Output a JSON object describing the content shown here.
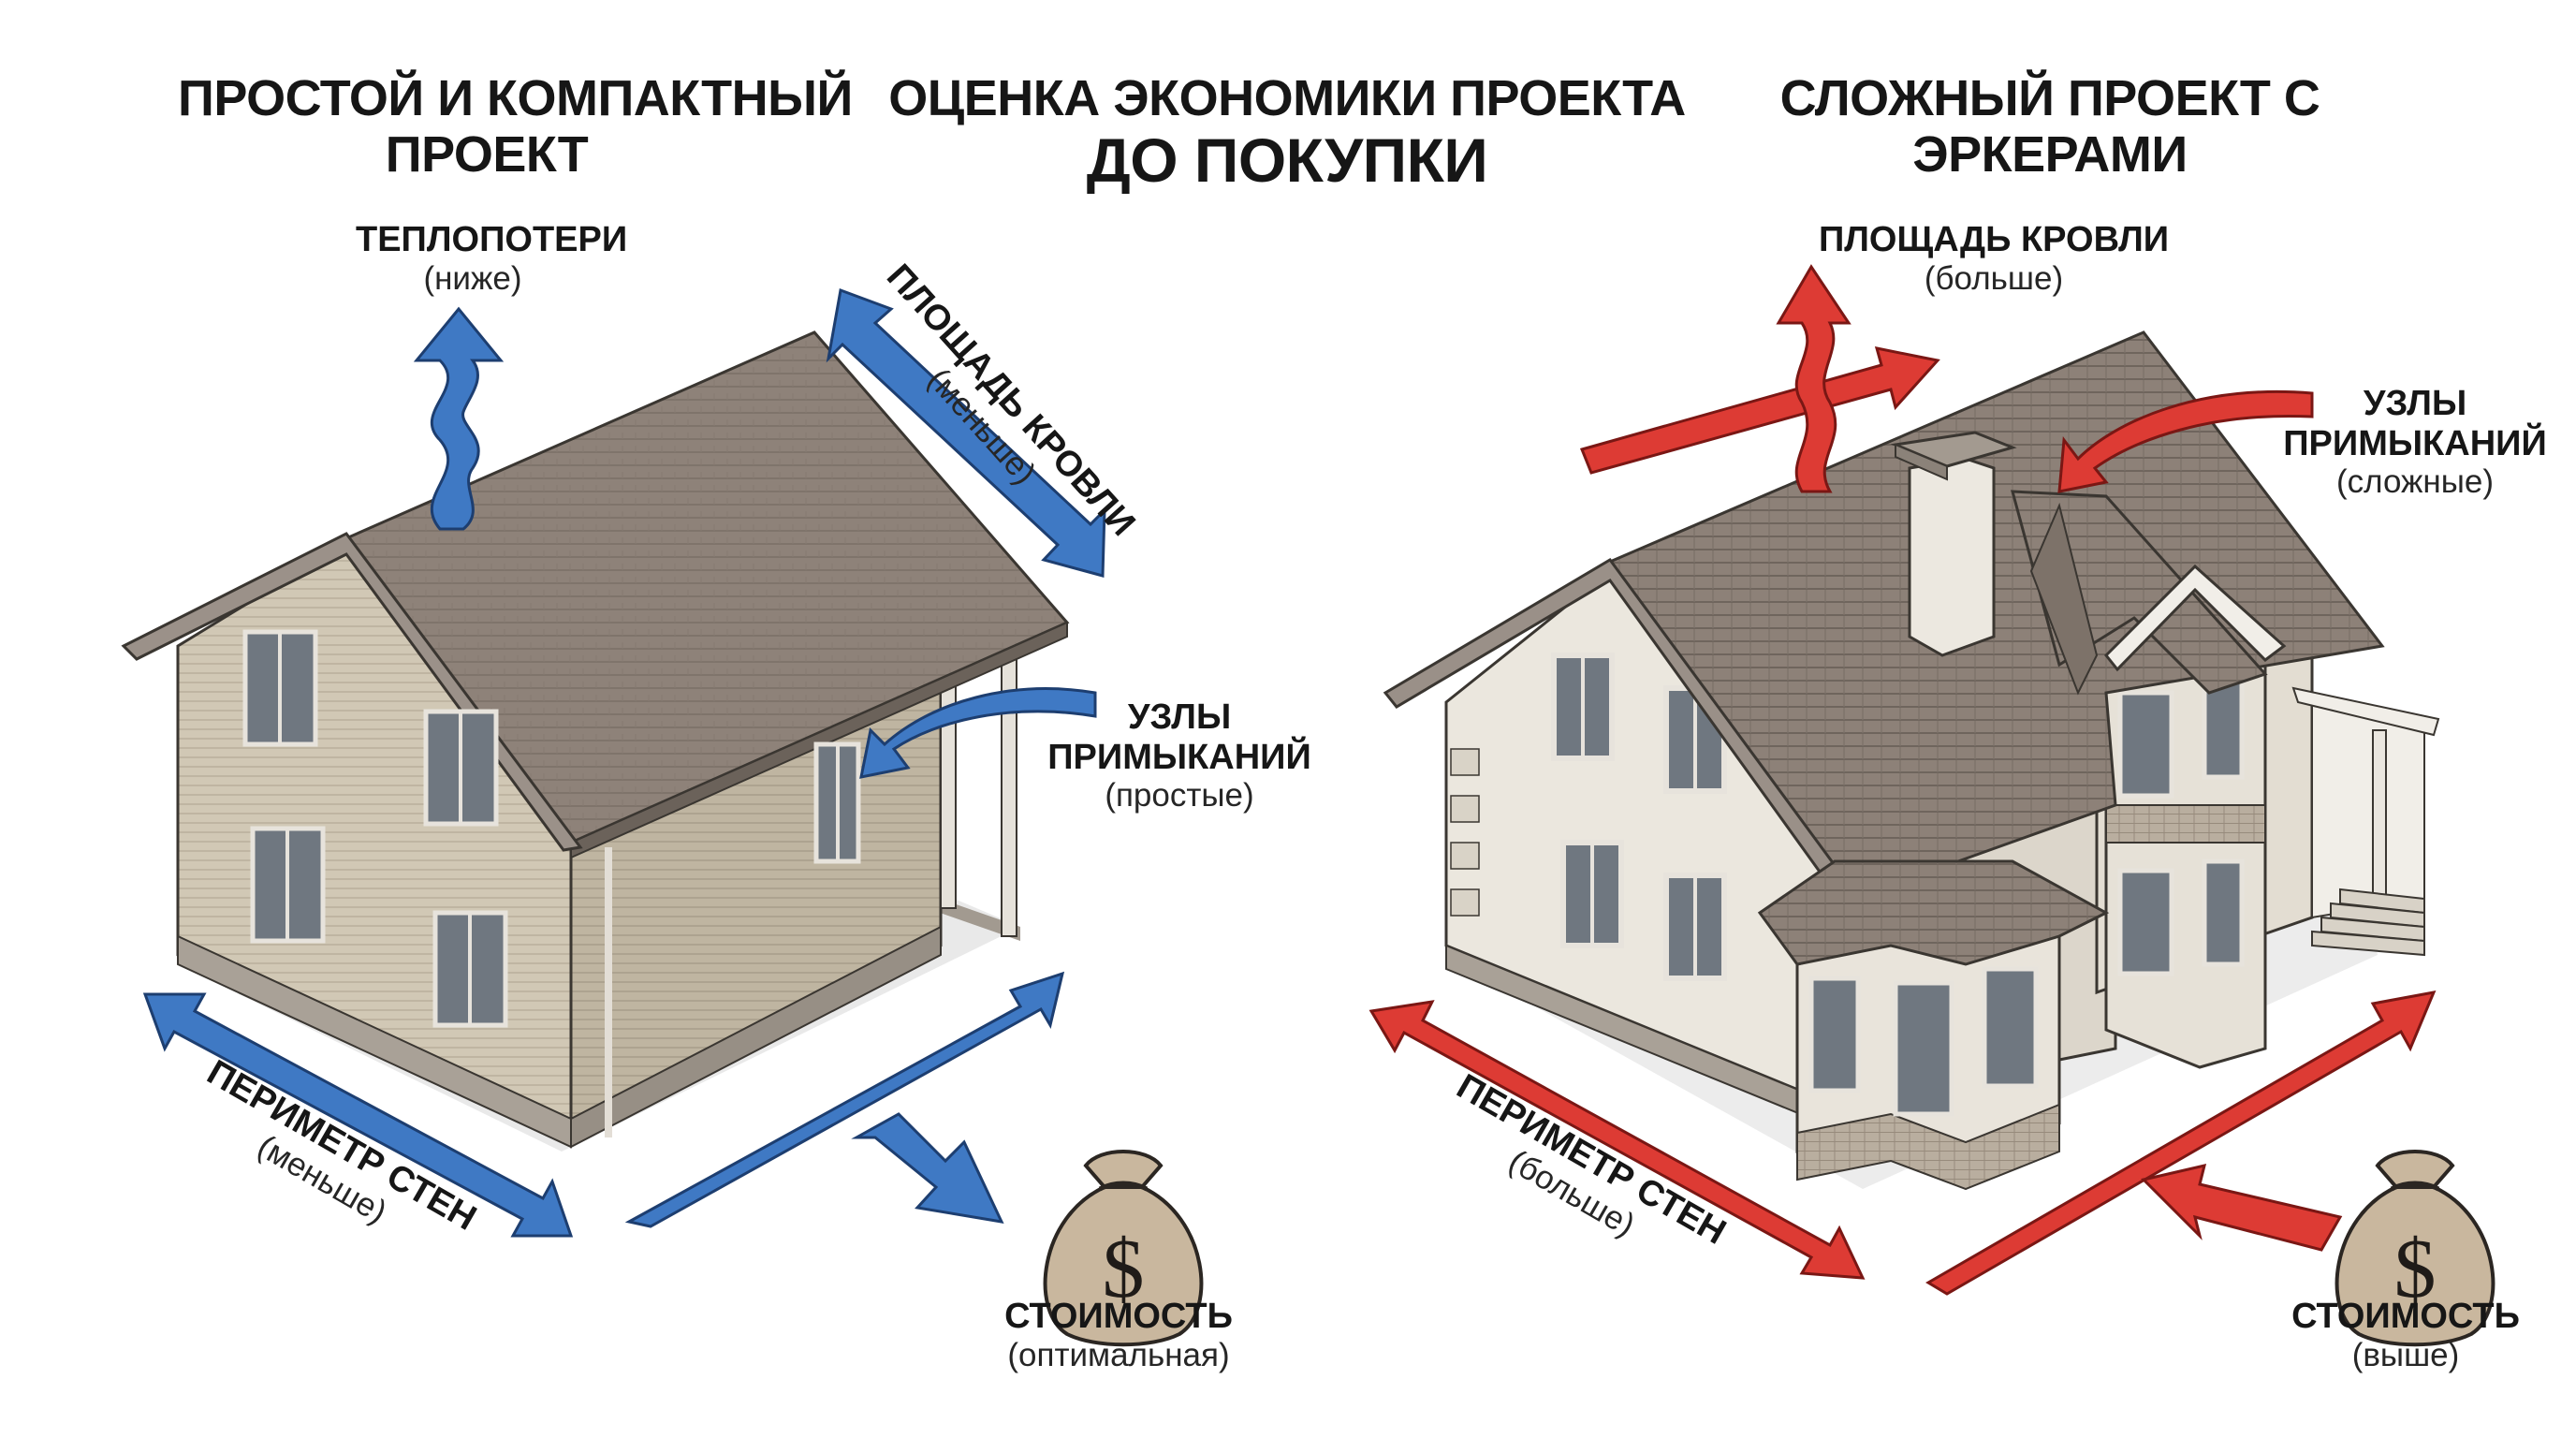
{
  "headers": {
    "left_title_line1": "ПРОСТОЙ И КОМПАКТНЫЙ",
    "left_title_line2": "ПРОЕКТ",
    "center_title_line1": "ОЦЕНКА ЭКОНОМИКИ ПРОЕКТА",
    "center_title_line2": "ДО ПОКУПКИ",
    "right_title_line1": "СЛОЖНЫЙ ПРОЕКТ С",
    "right_title_line2": "ЭРКЕРАМИ"
  },
  "left": {
    "heat_loss": {
      "label": "ТЕПЛОПОТЕРИ",
      "note": "(ниже)"
    },
    "roof_area": {
      "label": "ПЛОЩАДЬ КРОВЛИ",
      "note": "(меньше)"
    },
    "junctions": {
      "label_line1": "УЗЛЫ",
      "label_line2": "ПРИМЫКАНИЙ",
      "note": "(простые)"
    },
    "wall_perimeter": {
      "label": "ПЕРИМЕТР СТЕН",
      "note": "(меньше)"
    },
    "cost": {
      "label": "СТОИМОСТЬ",
      "note": "(оптимальная)",
      "symbol": "$"
    }
  },
  "right": {
    "roof_area": {
      "label": "ПЛОЩАДЬ КРОВЛИ",
      "note": "(больше)"
    },
    "junctions": {
      "label_line1": "УЗЛЫ",
      "label_line2": "ПРИМЫКАНИЙ",
      "note": "(сложные)"
    },
    "wall_perimeter": {
      "label": "ПЕРИМЕТР СТЕН",
      "note": "(больше)"
    },
    "cost": {
      "label": "СТОИМОСТЬ",
      "note": "(выше)",
      "symbol": "$"
    }
  },
  "colors": {
    "blue_arrow": "#3f79c4",
    "red_arrow": "#dd3b34",
    "roof": "#8e8279",
    "siding": "#cfc6b3",
    "stucco": "#ebe7de",
    "base": "#a9a197",
    "bag": "#c9b79e"
  },
  "icons": [
    "money-bag-icon",
    "dollar-sign-icon"
  ]
}
